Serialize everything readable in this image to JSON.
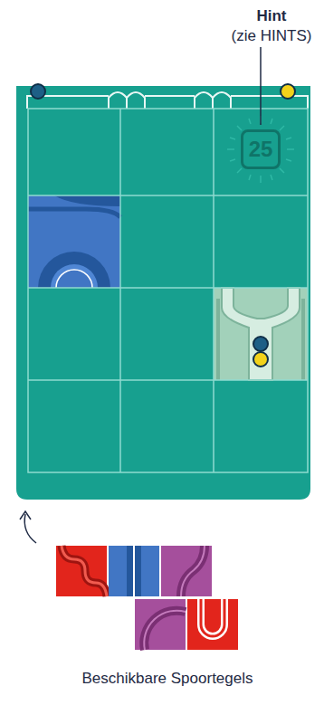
{
  "diagram": {
    "nodes": [
      {
        "text": [
          "25"
        ]
      }
    ],
    "labels": [
      "Hint",
      "(zie HINTS)",
      "Beschikbare Spoortegels"
    ]
  }
}
